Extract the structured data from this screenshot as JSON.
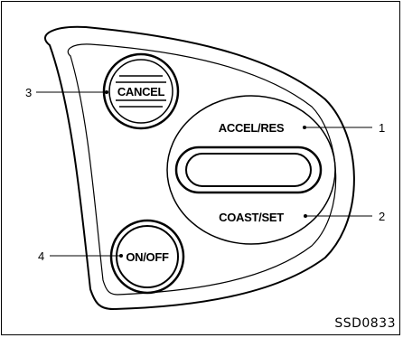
{
  "diagram": {
    "controls": {
      "cancel": "CANCEL",
      "on_off": "ON/OFF",
      "accel_res": "ACCEL/RES",
      "coast_set": "COAST/SET"
    },
    "callouts": {
      "one": "1",
      "two": "2",
      "three": "3",
      "four": "4"
    },
    "figure_code": "SSD0833"
  }
}
